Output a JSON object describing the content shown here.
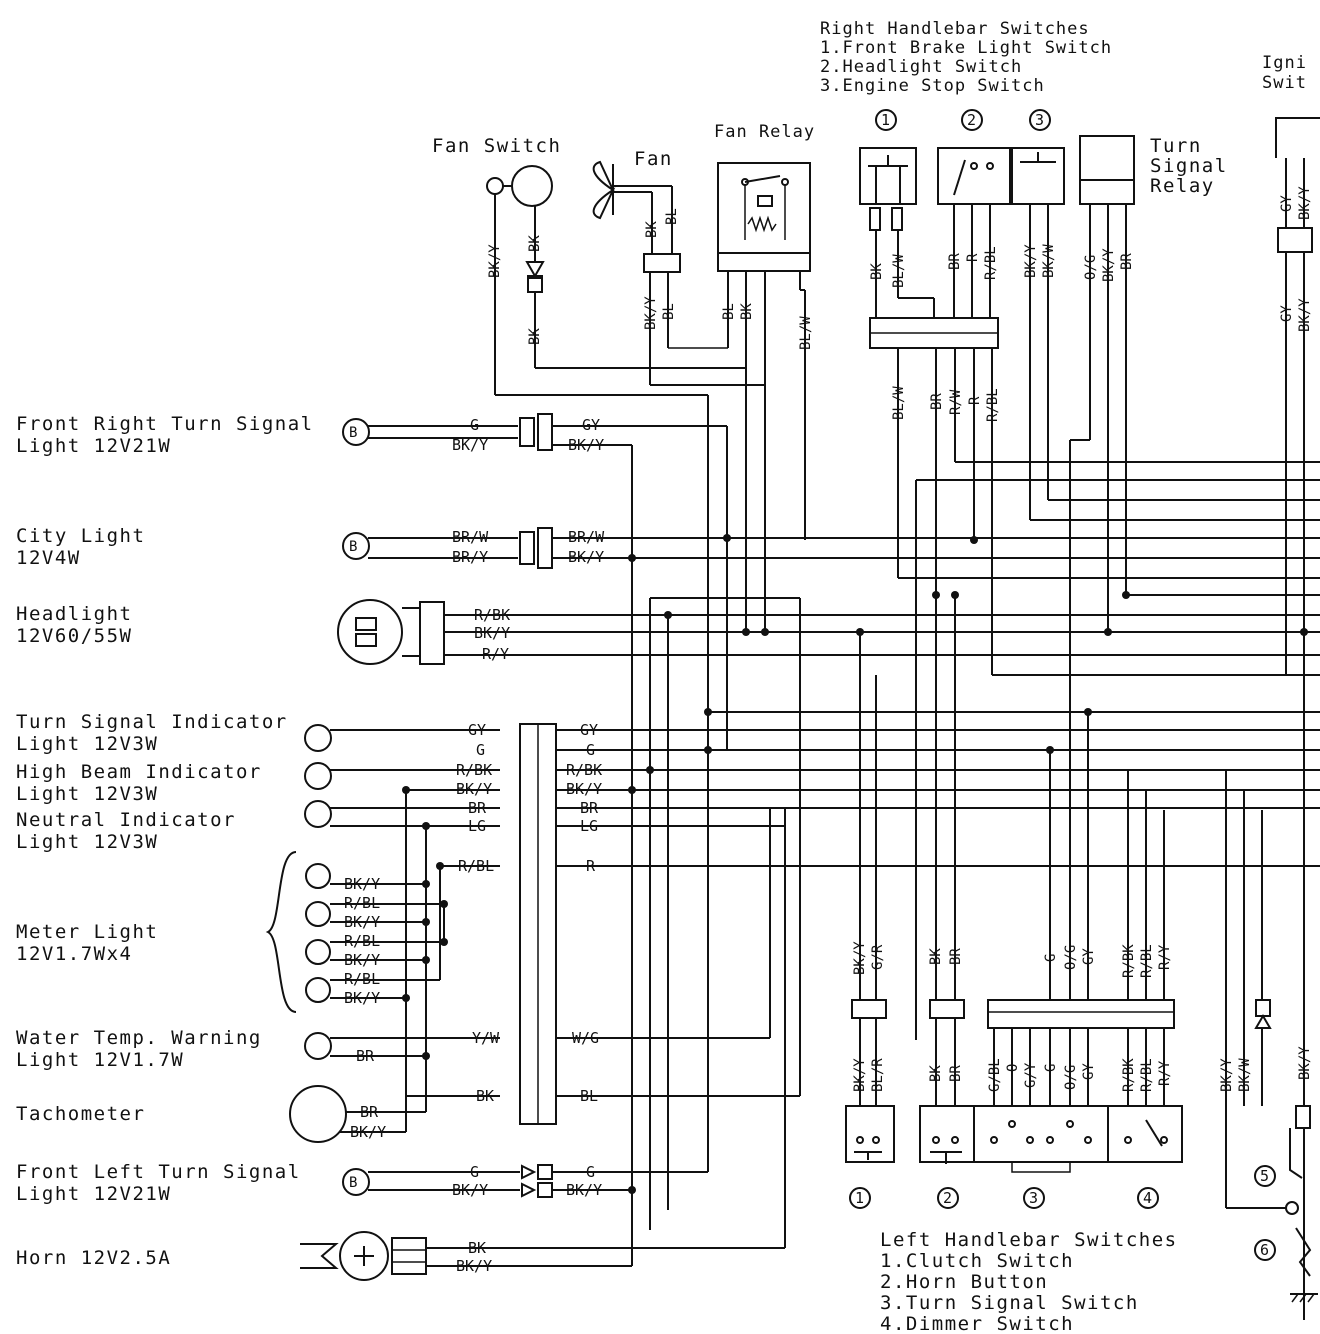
{
  "right_switches": {
    "title": "Right Handlebar Switches",
    "items": [
      "1.Front Brake Light Switch",
      "2.Headlight Switch",
      "3.Engine Stop Switch"
    ],
    "numbers": [
      "1",
      "2",
      "3"
    ]
  },
  "left_switches": {
    "title": "Left Handlebar Switches",
    "items": [
      "1.Clutch Switch",
      "2.Horn Button",
      "3.Turn Signal Switch",
      "4.Dimmer Switch"
    ],
    "numbers": [
      "1",
      "2",
      "3",
      "4"
    ]
  },
  "ignition": {
    "line1": "Igni",
    "line2": "Swit"
  },
  "fan_switch": {
    "label": "Fan Switch",
    "wires": [
      "BK/Y",
      "BK",
      "BK"
    ]
  },
  "fan": {
    "label": "Fan",
    "wires_top": [
      "BK",
      "BL"
    ],
    "wires_bottom": [
      "BK/Y",
      "BL"
    ]
  },
  "fan_relay": {
    "label": "Fan Relay",
    "wires": [
      "BL",
      "BK",
      "BL/W"
    ]
  },
  "turn_relay": {
    "line1": "Turn",
    "line2": "Signal",
    "line3": "Relay",
    "wires": [
      "O/G",
      "BK/Y",
      "BR"
    ]
  },
  "components": {
    "front_right_turn": {
      "line1": "Front Right Turn Signal",
      "line2": "Light 12V21W"
    },
    "city_light": {
      "line1": "City Light",
      "line2": "12V4W"
    },
    "headlight": {
      "line1": "Headlight",
      "line2": "12V60/55W"
    },
    "turn_indicator": {
      "line1": "Turn Signal Indicator",
      "line2": "Light 12V3W"
    },
    "high_beam": {
      "line1": "High Beam Indicator",
      "line2": "Light 12V3W"
    },
    "neutral": {
      "line1": "Neutral Indicator",
      "line2": "Light 12V3W"
    },
    "meter_light": {
      "line1": "Meter Light",
      "line2": "12V1.7Wx4"
    },
    "water_temp": {
      "line1": "Water Temp. Warning",
      "line2": "Light 12V1.7W"
    },
    "tachometer": {
      "line1": "Tachometer"
    },
    "front_left_turn": {
      "line1": "Front Left Turn Signal",
      "line2": "Light 12V21W"
    },
    "horn": {
      "line1": "Horn 12V2.5A"
    }
  },
  "wire_labels": {
    "frt_left": [
      "G",
      "BK/Y"
    ],
    "frt_right": [
      "GY",
      "BK/Y"
    ],
    "city_left": [
      "BR/W",
      "BR/Y"
    ],
    "city_right": [
      "BR/W",
      "BK/Y"
    ],
    "head": [
      "R/BK",
      "BK/Y",
      "R/Y"
    ],
    "meter_left": [
      "GY",
      "G",
      "R/BK",
      "BK/Y",
      "BR",
      "LG",
      "R/BL",
      "Y/W",
      "BK"
    ],
    "meter_right": [
      "GY",
      "G",
      "R/BK",
      "BK/Y",
      "BR",
      "LG",
      "R",
      "W/G",
      "BL"
    ],
    "meter_lights": [
      "BK/Y",
      "R/BL",
      "BK/Y",
      "R/BL",
      "BK/Y",
      "R/BL",
      "BK/Y"
    ],
    "water_br": "BR",
    "tach": [
      "BR",
      "BK/Y"
    ],
    "flt_left": [
      "G",
      "BK/Y"
    ],
    "flt_right": [
      "G",
      "BK/Y"
    ],
    "horn": [
      "BK",
      "BK/Y"
    ],
    "rsw_top": [
      "BK",
      "BL/W",
      "BR",
      "R",
      "R/BL",
      "BK/Y",
      "BK/W"
    ],
    "rsw_bottom": [
      "BL/W",
      "BR",
      "R/W",
      "R",
      "R/BL"
    ],
    "ign_wires": [
      "GY",
      "BK/Y",
      "GY",
      "BK/Y"
    ],
    "lsw_top": [
      "BK/Y",
      "G/R",
      "BK",
      "BR",
      "G",
      "O/G",
      "GY",
      "R/BK",
      "R/BL",
      "R/Y"
    ],
    "lsw_bottom": [
      "BK/Y",
      "BL/R",
      "BK",
      "BR",
      "G/BL",
      "O",
      "G/Y",
      "G",
      "O/G",
      "GY",
      "R/BK",
      "R/BL",
      "R/Y"
    ],
    "right_edge": [
      "BK/Y",
      "BK/W",
      "BK/Y"
    ],
    "circle_nums": [
      "5",
      "6"
    ]
  }
}
